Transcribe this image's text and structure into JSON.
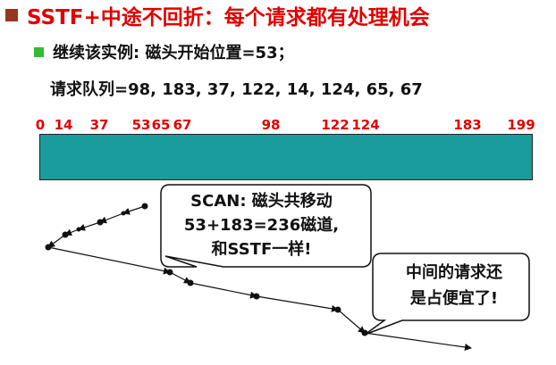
{
  "title": "SSTF+中途不回折：每个请求都有处理机会",
  "example_line": "继续该实例: 磁头开始位置=53；",
  "queue_line": "请求队列=98, 183, 37, 122, 14, 124, 65, 67",
  "axis": {
    "ticks": [
      "0",
      "14",
      "37",
      "53",
      "65",
      "67",
      "98",
      "122",
      "124",
      "183",
      "199"
    ]
  },
  "callout_scan": {
    "line1": "SCAN: 磁头共移动",
    "line2": "53+183=236磁道,",
    "line3": "和SSTF一样!"
  },
  "callout_mid": {
    "line1": "中间的请求还",
    "line2": "是占便宜了!"
  },
  "colors": {
    "title": "#e00000",
    "track": "#1a9c9c",
    "tick_label": "#e00000"
  }
}
